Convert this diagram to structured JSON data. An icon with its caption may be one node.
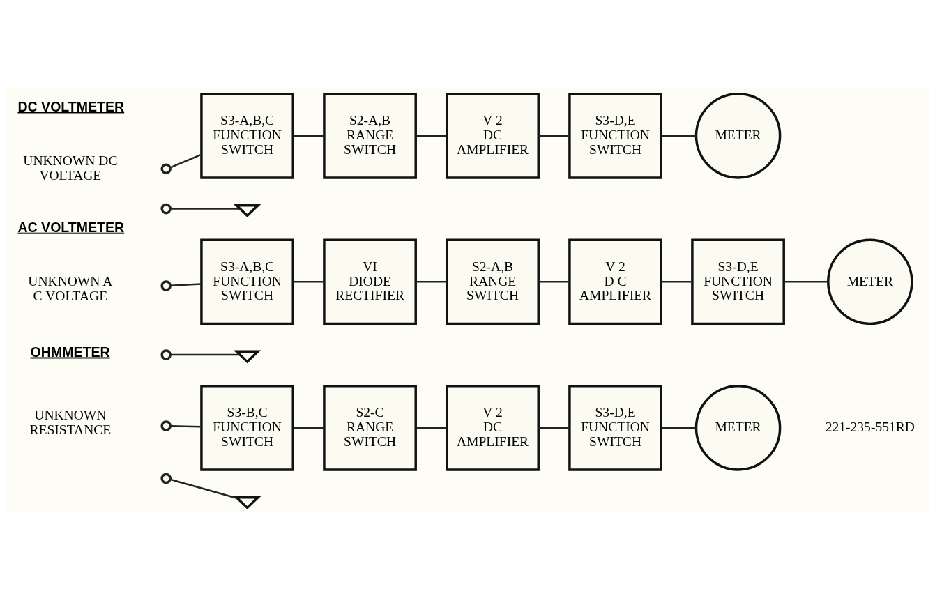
{
  "diagram": {
    "nodes": [
      {
        "text": [],
        "shape": "dot"
      },
      {
        "text": [],
        "shape": "dot"
      },
      {
        "text": [],
        "shape": "ground"
      },
      {
        "text": [
          "S3-A,B,C",
          "FUNCTION SWITCH"
        ]
      },
      {
        "text": [
          "S2-A,B",
          "RANGE SWITCH"
        ]
      },
      {
        "text": [
          "V 2",
          "DC AMPLIFIER"
        ]
      },
      {
        "text": [
          "S3-D,E",
          "FUNCTION SWITCH"
        ]
      },
      {
        "text": [
          "METER"
        ]
      },
      {
        "text": [],
        "shape": "dot"
      },
      {
        "text": [],
        "shape": "dot"
      },
      {
        "text": [],
        "shape": "ground"
      },
      {
        "text": [
          "S3-A,B,C",
          "FUNCTION SWITCH"
        ]
      },
      {
        "text": [
          "VI",
          "DIODE RECTIFIER"
        ]
      },
      {
        "text": [
          "S2-A,B",
          "RANGE SWITCH"
        ]
      },
      {
        "text": [
          "V 2",
          "D C AMPLIFIER"
        ]
      },
      {
        "text": [
          "S3-D,E",
          "FUNCTION SWITCH"
        ]
      },
      {
        "text": [
          "METER"
        ]
      },
      {
        "text": [],
        "shape": "dot"
      },
      {
        "text": [],
        "shape": "dot"
      },
      {
        "text": [],
        "shape": "ground"
      },
      {
        "text": [
          "S3-B,C",
          "FUNCTION SWITCH"
        ]
      },
      {
        "text": [
          "S2-C",
          "RANGE SWITCH"
        ]
      },
      {
        "text": [
          "V 2",
          "DC AMPLIFIER"
        ]
      },
      {
        "text": [
          "S3-D,E",
          "FUNCTION SWITCH"
        ]
      },
      {
        "text": [
          "METER"
        ]
      }
    ],
    "edges": [
      {
        "from": 0,
        "to": 3,
        "arrow": "none"
      },
      {
        "from": 1,
        "to": 2,
        "arrow": "none"
      },
      {
        "from": 3,
        "to": 4,
        "arrow": "none"
      },
      {
        "from": 4,
        "to": 5,
        "arrow": "none"
      },
      {
        "from": 5,
        "to": 6,
        "arrow": "none"
      },
      {
        "from": 6,
        "to": 7,
        "arrow": "none"
      },
      {
        "from": 8,
        "to": 11,
        "arrow": "none"
      },
      {
        "from": 9,
        "to": 10,
        "arrow": "none"
      },
      {
        "from": 11,
        "to": 12,
        "arrow": "none"
      },
      {
        "from": 12,
        "to": 13,
        "arrow": "none"
      },
      {
        "from": 13,
        "to": 14,
        "arrow": "none"
      },
      {
        "from": 14,
        "to": 15,
        "arrow": "none"
      },
      {
        "from": 15,
        "to": 16,
        "arrow": "none"
      },
      {
        "from": 17,
        "to": 20,
        "arrow": "none"
      },
      {
        "from": 18,
        "to": 19,
        "arrow": "none"
      },
      {
        "from": 20,
        "to": 21,
        "arrow": "none"
      },
      {
        "from": 21,
        "to": 22,
        "arrow": "none"
      },
      {
        "from": 22,
        "to": 23,
        "arrow": "none"
      },
      {
        "from": 23,
        "to": 24,
        "arrow": "none"
      }
    ],
    "labels": [
      "DC VOLTMETER",
      "UNKNOWN DC VOLTAGE",
      "AC VOLTMETER",
      "UNKNOWN A C VOLTAGE",
      "OHMMETER",
      "UNKNOWN RESISTANCE",
      "221-235-551RD"
    ]
  }
}
